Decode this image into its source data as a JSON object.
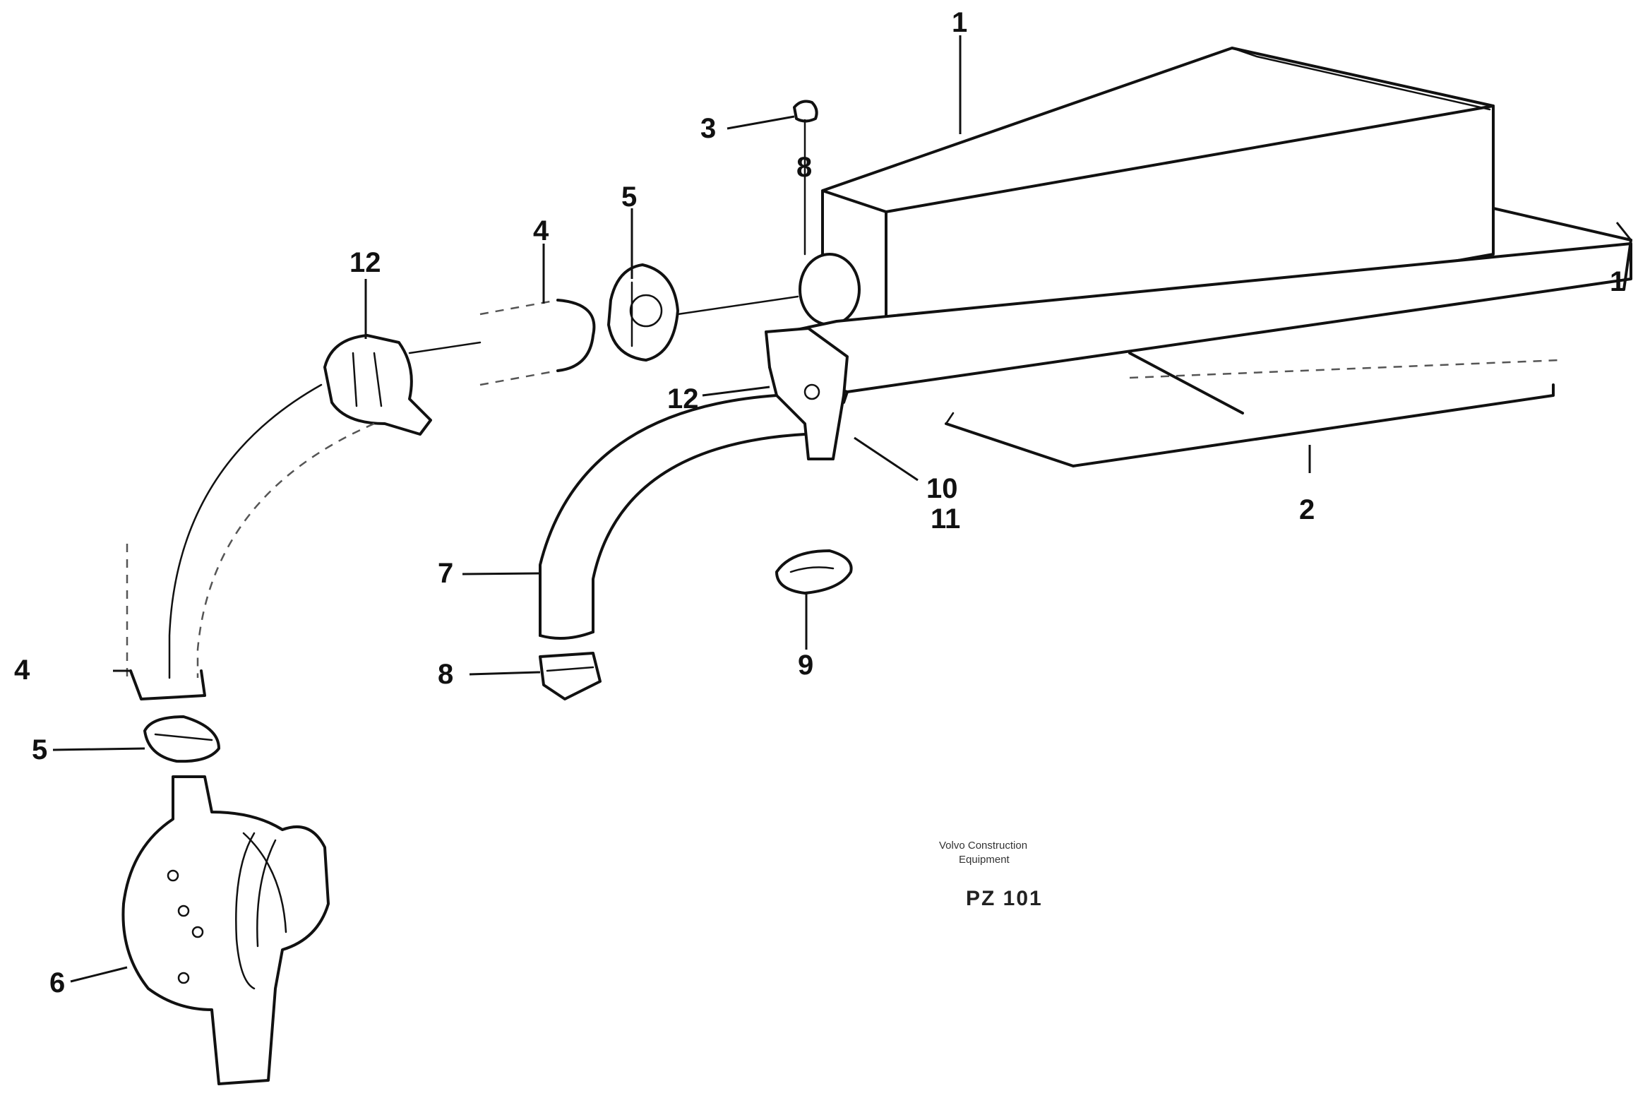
{
  "callouts": [
    {
      "id": "c1a",
      "text": "1"
    },
    {
      "id": "c1b",
      "text": "1"
    },
    {
      "id": "c2",
      "text": "2"
    },
    {
      "id": "c3",
      "text": "3"
    },
    {
      "id": "c4a",
      "text": "4"
    },
    {
      "id": "c4b",
      "text": "4"
    },
    {
      "id": "c5a",
      "text": "5"
    },
    {
      "id": "c5b",
      "text": "5"
    },
    {
      "id": "c6",
      "text": "6"
    },
    {
      "id": "c7",
      "text": "7"
    },
    {
      "id": "c8a",
      "text": "8"
    },
    {
      "id": "c8b",
      "text": "8"
    },
    {
      "id": "c9",
      "text": "9"
    },
    {
      "id": "c10",
      "text": "10"
    },
    {
      "id": "c11",
      "text": "11"
    },
    {
      "id": "c12a",
      "text": "12"
    },
    {
      "id": "c12b",
      "text": "12"
    }
  ],
  "caption": {
    "line1": "Volvo Construction",
    "line2": "Equipment",
    "code": "PZ 101"
  }
}
